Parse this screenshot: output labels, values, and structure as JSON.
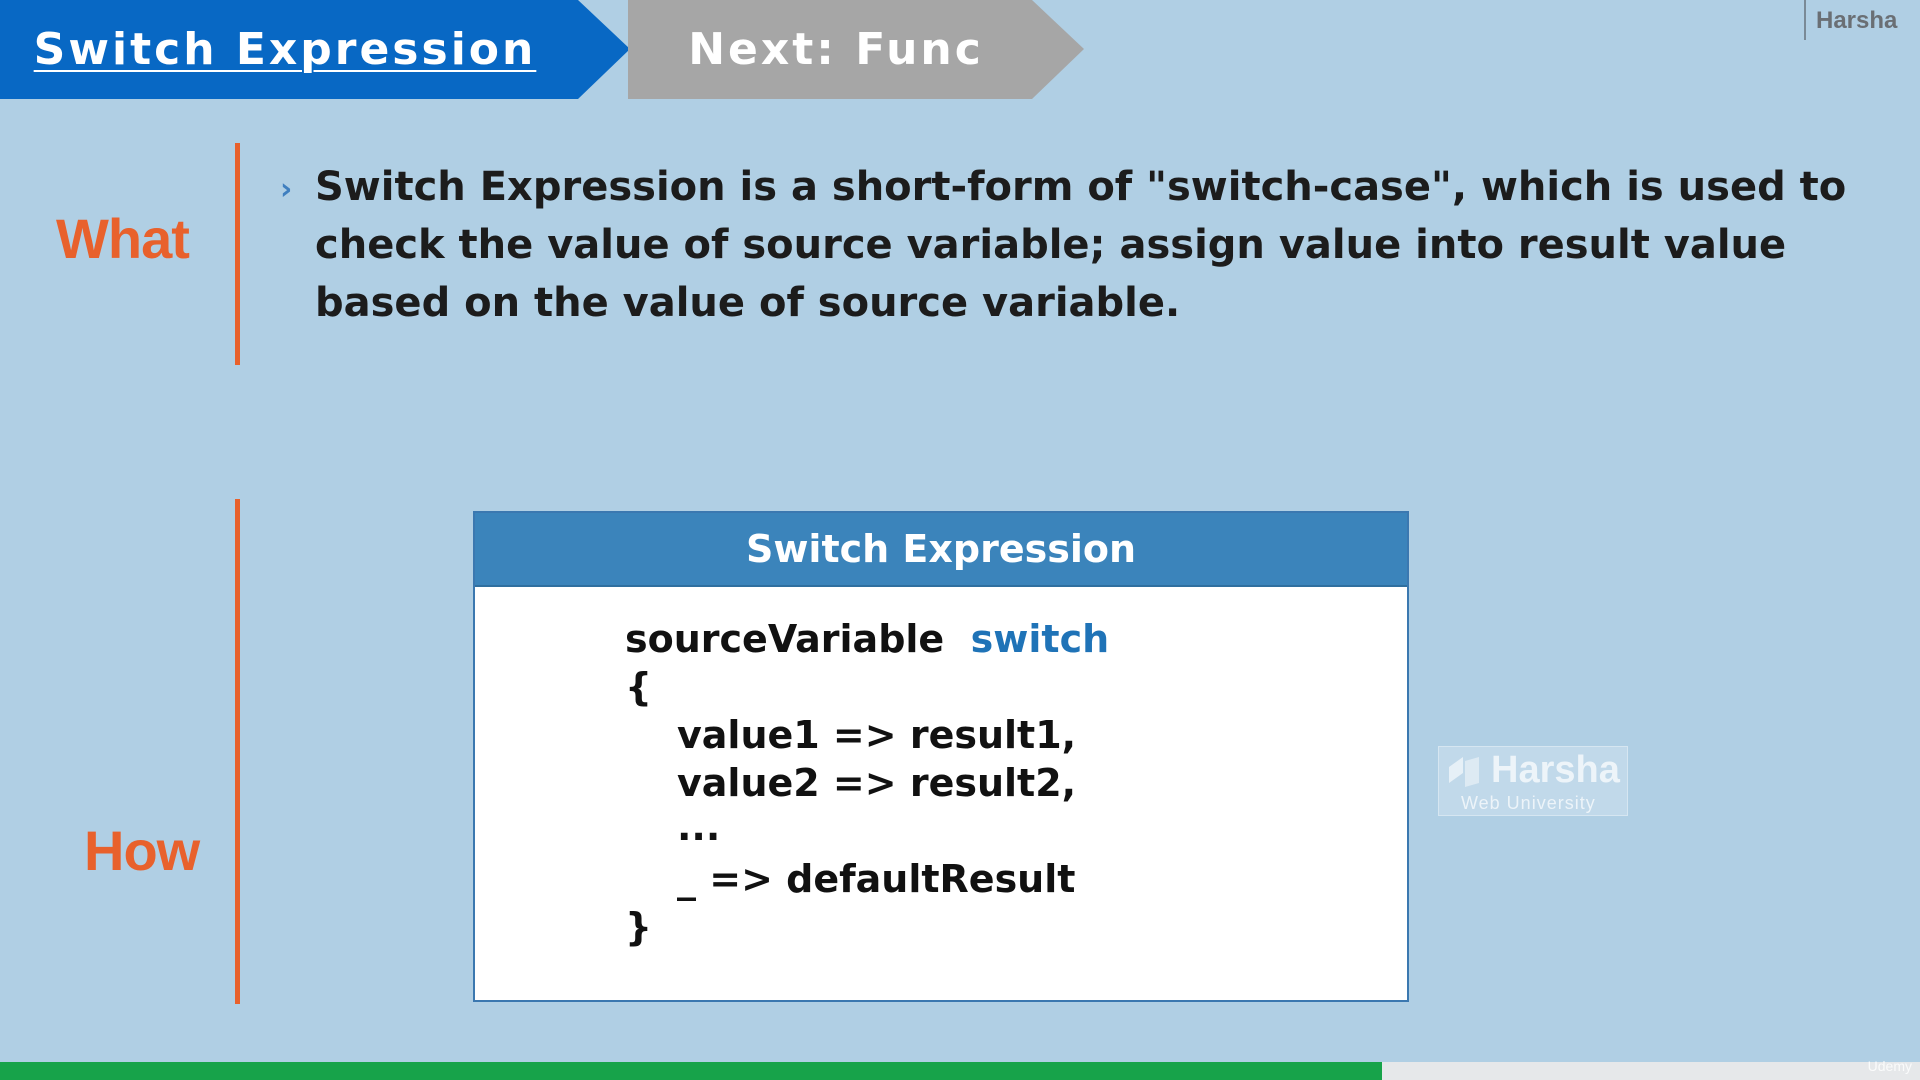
{
  "tabs": {
    "current": "Switch Expression",
    "next": "Next: Func"
  },
  "brand_top": "Harsha",
  "sections": {
    "what_label": "What",
    "what_text": "Switch Expression is a short-form of \"switch-case\", which is used to check the value of source variable; assign value into result value based on the value of source variable.",
    "how_label": "How"
  },
  "code_box": {
    "title": "Switch Expression",
    "line1_var": "sourceVariable",
    "line1_kw": "switch",
    "open_brace": "{",
    "case1": "value1 => result1,",
    "case2": "value2 => result2,",
    "ellipsis": "...",
    "default_case": "_ => defaultResult",
    "close_brace": "}"
  },
  "watermark": {
    "name": "Harsha",
    "subtitle": "Web University"
  },
  "progress": {
    "fraction": 0.72
  },
  "platform_mark": "Udemy",
  "colors": {
    "background": "#b0cfe4",
    "tab_current": "#0868c4",
    "tab_next": "#a6a6a6",
    "accent": "#e8612c",
    "keyword": "#1f73b7",
    "progress": "#17a34a"
  }
}
